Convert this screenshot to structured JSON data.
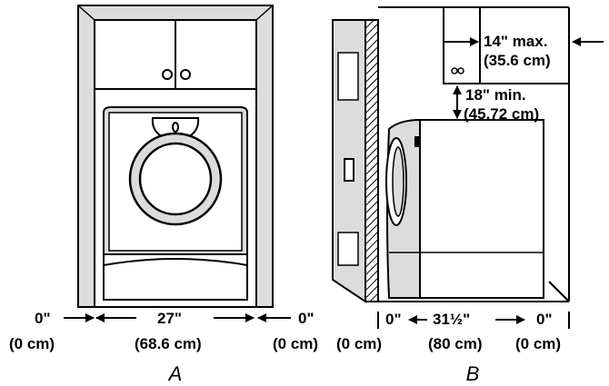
{
  "figures": [
    {
      "caption": "A",
      "view": "front",
      "dimensions": {
        "left_gap": {
          "in": "0\"",
          "cm": "(0 cm)"
        },
        "width": {
          "in": "27\"",
          "cm": "(68.6 cm)"
        },
        "right_gap": {
          "in": "0\"",
          "cm": "(0 cm)"
        }
      }
    },
    {
      "caption": "B",
      "view": "side",
      "dimensions": {
        "cabinet_depth": {
          "in": "14\" max.",
          "cm": "(35.6 cm)"
        },
        "top_clearance": {
          "in": "18\" min.",
          "cm": "(45.72 cm)"
        },
        "rear_gap": {
          "in": "0\"",
          "cm": "(0 cm)"
        },
        "depth": {
          "in": "31½\"",
          "cm": "(80 cm)"
        },
        "front_gap": {
          "in": "0\"",
          "cm": "(0 cm)"
        }
      }
    }
  ],
  "colors": {
    "ink": "#000000",
    "paper": "#ffffff",
    "shade": "#dcdcdc"
  }
}
